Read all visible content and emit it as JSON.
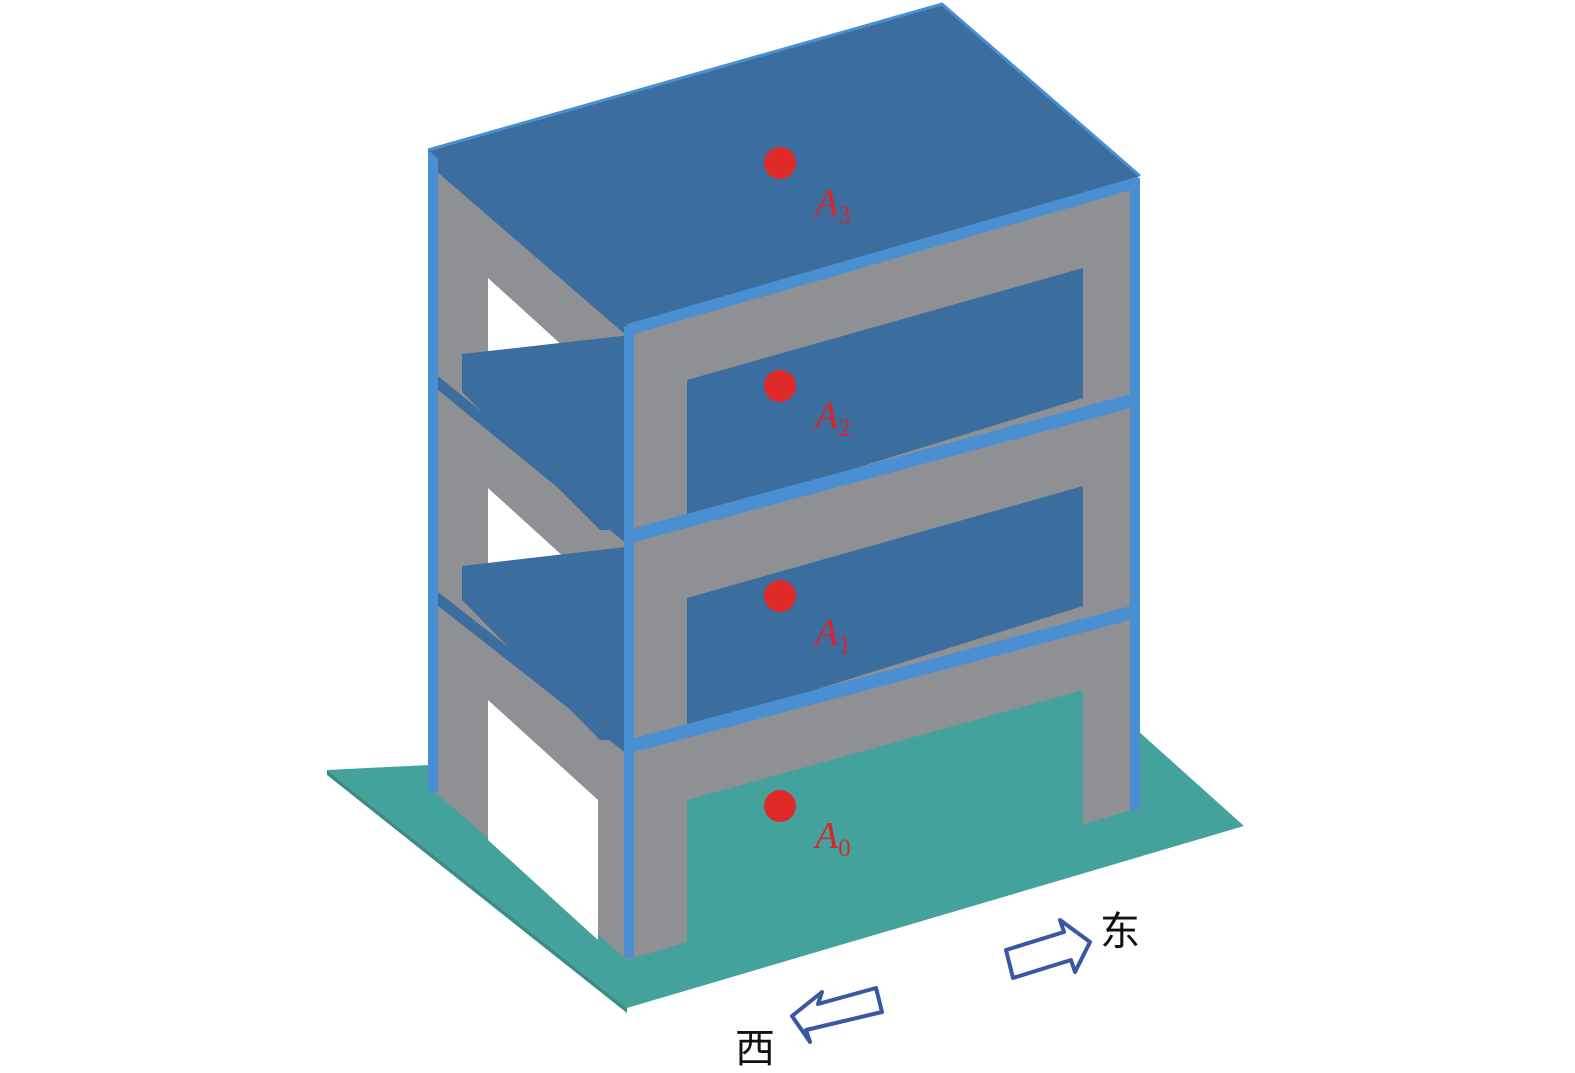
{
  "colors": {
    "ground": "#44a29c",
    "slab_top": "#3b6e9e",
    "slab_edge": "#4a8fd2",
    "column": "#8f9094",
    "point": "#e02a2a",
    "label": "#d9262b",
    "arrow": "#3a57a2",
    "text": "#111111"
  },
  "measurement_points": [
    {
      "letter": "A",
      "sub": "3"
    },
    {
      "letter": "A",
      "sub": "2"
    },
    {
      "letter": "A",
      "sub": "1"
    },
    {
      "letter": "A",
      "sub": "0"
    }
  ],
  "directions": {
    "east": "东",
    "west": "西"
  }
}
